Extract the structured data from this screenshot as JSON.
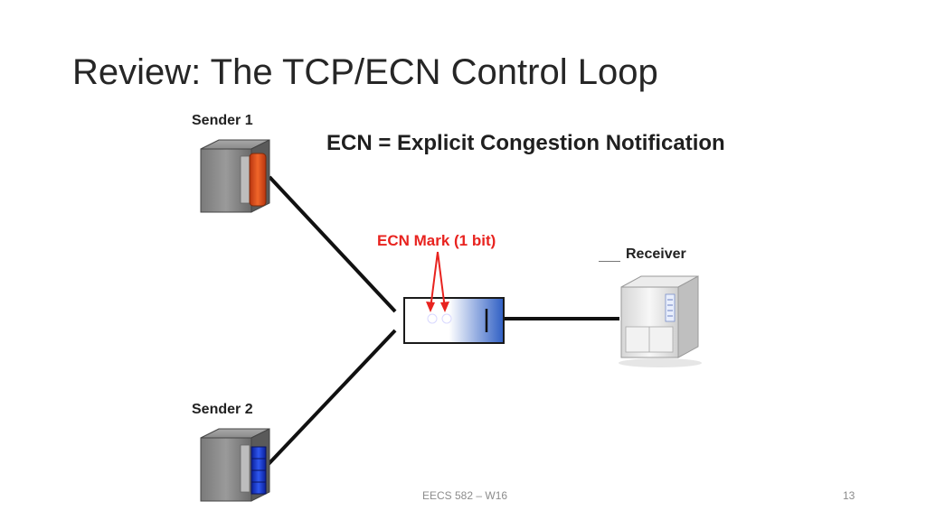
{
  "slide": {
    "title": "Review: The TCP/ECN Control Loop",
    "subtitle": "ECN = Explicit Congestion Notification"
  },
  "diagram": {
    "sender1_label": "Sender 1",
    "sender2_label": "Sender 2",
    "receiver_label": "Receiver",
    "ecn_mark_label": "ECN Mark (1 bit)",
    "colors": {
      "ecn_red": "#e8231f",
      "sender1_accent": "#e0521c",
      "sender2_accent": "#1f3fd0",
      "queue_blue": "#2f5fc4"
    }
  },
  "footer": {
    "course": "EECS 582 – W16",
    "page_number": "13"
  }
}
